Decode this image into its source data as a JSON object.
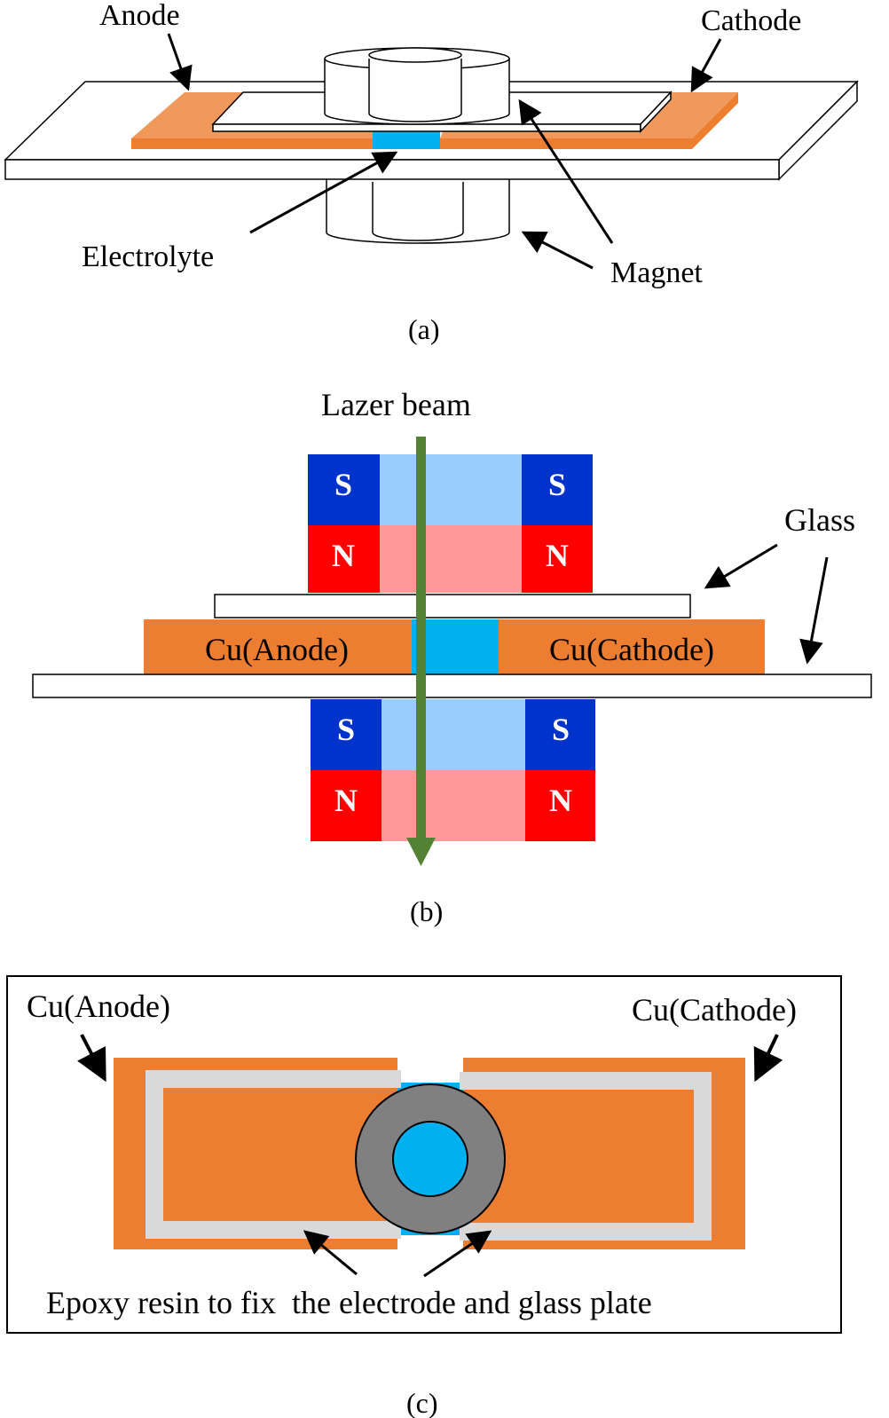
{
  "panel_a": {
    "labels": {
      "anode": "Anode",
      "cathode": "Cathode",
      "electrolyte": "Electrolyte",
      "magnet": "Magnet"
    },
    "caption": "(a)"
  },
  "panel_b": {
    "labels": {
      "laser_beam": "Lazer beam",
      "glass": "Glass",
      "cu_anode": "Cu(Anode)",
      "cu_cathode": "Cu(Cathode)"
    },
    "poles": {
      "south": "S",
      "north": "N"
    },
    "caption": "(b)"
  },
  "panel_c": {
    "labels": {
      "cu_anode": "Cu(Anode)",
      "cu_cathode": "Cu(Cathode)",
      "epoxy": "Epoxy resin to fix  the electrode and glass plate"
    },
    "caption": "(c)"
  },
  "colors": {
    "copper": "#ed7d31",
    "copper_light": "#f0995a",
    "electrolyte": "#00b0f0",
    "magnet_south": "#0033cc",
    "magnet_north": "#ff0000",
    "magnet_south_light": "#99ccff",
    "magnet_north_light": "#ff9999",
    "laser": "#548235",
    "epoxy": "#d9d9d9",
    "o_ring": "#808080"
  }
}
